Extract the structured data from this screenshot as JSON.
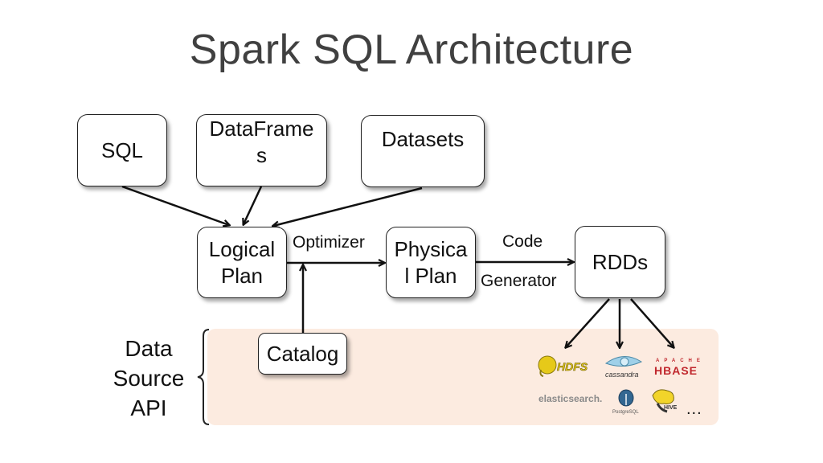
{
  "title": "Spark SQL Architecture",
  "inputs": [
    {
      "label": "SQL"
    },
    {
      "label": "DataFrame\ns"
    },
    {
      "label": "Datasets"
    }
  ],
  "logical_plan": "Logical\nPlan",
  "optimizer_label": "Optimizer",
  "physical_plan": "Physica\nl Plan",
  "codegen_label_top": "Code",
  "codegen_label_bottom": "Generator",
  "rdds": "RDDs",
  "catalog": "Catalog",
  "data_source_label": "Data\nSource\nAPI",
  "data_sources": {
    "hdfs": "HDFS",
    "cassandra": "cassandra",
    "hbase_top": "APACHE",
    "hbase": "HBASE",
    "elasticsearch": "elasticsearch.",
    "postgresql": "PostgreSQL",
    "hive": "HIVE",
    "more": "..."
  },
  "colors": {
    "panel": "#fcebe0",
    "title": "#404040",
    "hdfs": "#e6c919",
    "hbase": "#c0272d",
    "cassandra": "#9fd0e8",
    "postgres": "#336791"
  }
}
